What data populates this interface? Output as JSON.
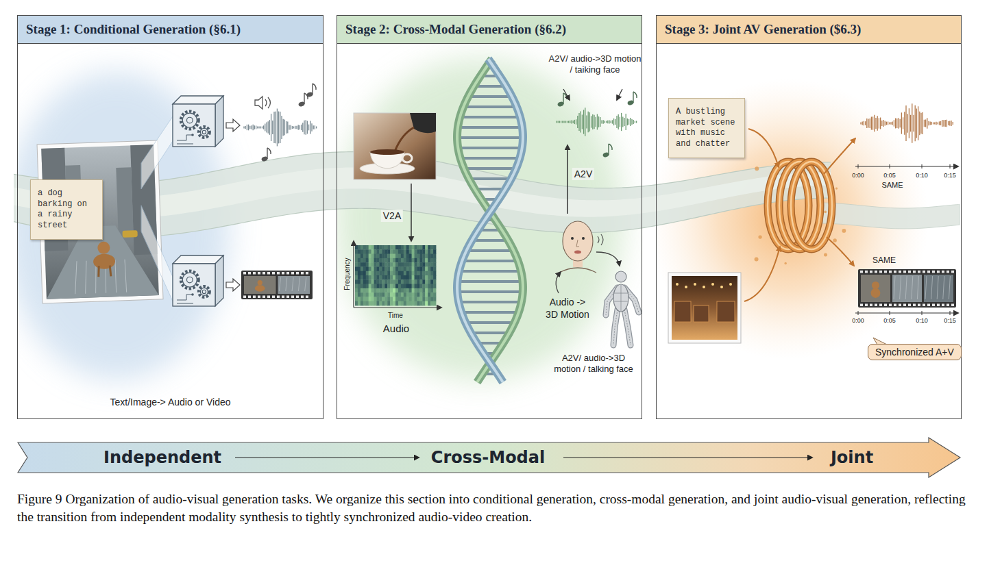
{
  "diagram": {
    "caption": "Figure 9 Organization of audio-visual generation tasks. We organize this section into conditional generation, cross-modal generation, and joint audio-visual generation, reflecting the transition from independent modality synthesis to tightly synchronized audio-video creation.",
    "nodes": [
      {
        "text": [
          "Stage 1: Conditional Generation (§6.1)",
          "Text/Image-> Audio or Video"
        ]
      },
      {
        "text": [
          "a dog barking on a rainy street"
        ],
        "in": 0
      },
      {
        "text": [
          "Stage 2: Cross-Modal Generation (§6.2)"
        ]
      },
      {
        "text": [
          "Stage 3: Joint AV Generation ($6.3)"
        ]
      },
      {
        "text": [
          "A bustling market scene with music and chatter"
        ],
        "in": 3
      },
      {
        "text": [
          "Synchronized A+V"
        ],
        "in": 3
      },
      {
        "text": [
          "Independent",
          "Cross-Modal",
          "Joint"
        ]
      }
    ],
    "labels": [
      "V2A",
      "Frequency",
      "Time",
      "Audio",
      "A2V/ audio->3D motion / taiking face",
      "A2V",
      "Audio -> 3D Motion",
      "A2V/ audio->3D motion / talking face",
      "0:00",
      "0:05",
      "0:10",
      "0:15",
      "SAME",
      "SAME",
      "0:00",
      "0:05",
      "0:10",
      "0:15"
    ]
  }
}
